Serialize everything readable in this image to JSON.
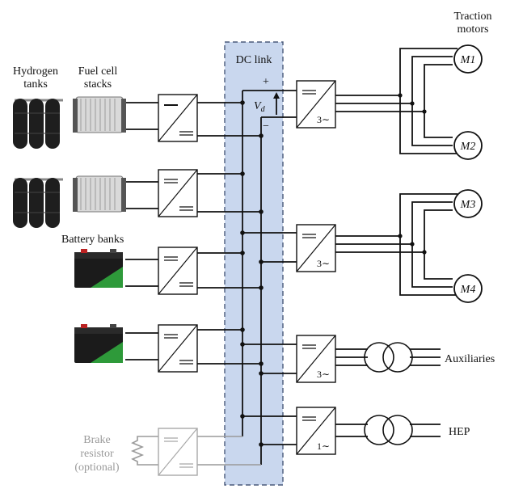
{
  "labels": {
    "dc_link": "DC link",
    "traction_motors_1": "Traction",
    "traction_motors_2": "motors",
    "hydrogen_tanks_1": "Hydrogen",
    "hydrogen_tanks_2": "tanks",
    "fuel_cell_stacks_1": "Fuel cell",
    "fuel_cell_stacks_2": "stacks",
    "battery_banks": "Battery banks",
    "brake_resistor_1": "Brake",
    "brake_resistor_2": "resistor",
    "brake_resistor_3": "(optional)",
    "auxiliaries": "Auxiliaries",
    "hep": "HEP",
    "plus": "+",
    "minus": "−",
    "vd": "V",
    "vd_sub": "d"
  },
  "motors": [
    "M1",
    "M2",
    "M3",
    "M4"
  ],
  "inverter_outputs": [
    "3∼",
    "3∼",
    "3∼",
    "1∼"
  ],
  "colors": {
    "dc_link_fill": "#c9d7ee",
    "dc_link_border": "#4a5a7a",
    "wire": "#111111",
    "optional_grey": "#a0a0a0"
  }
}
